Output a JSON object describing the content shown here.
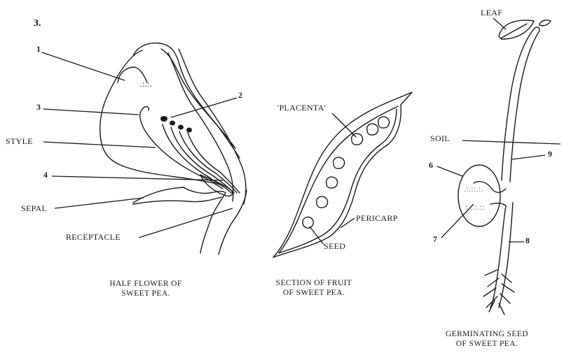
{
  "question_number": "3.",
  "flower": {
    "labels": {
      "one": "1",
      "two": "2",
      "three": "3",
      "four": "4",
      "style": "STYLE",
      "sepal": "SEPAL",
      "receptacle": "RECEPTACLE"
    },
    "caption": [
      "HALF FLOWER OF",
      "SWEET PEA."
    ]
  },
  "fruit": {
    "labels": {
      "placenta": "'PLACENTA'",
      "pericarp": "PERICARP",
      "seed": "SEED"
    },
    "caption": [
      "SECTION OF FRUIT",
      "OF SWEET PEA."
    ]
  },
  "seedling": {
    "labels": {
      "leaf": "LEAF",
      "soil": "SOIL",
      "six": "6",
      "seven": "7",
      "eight": "8",
      "nine": "9"
    },
    "caption": [
      "GERMINATING SEED",
      "OF SWEET PEA."
    ]
  }
}
